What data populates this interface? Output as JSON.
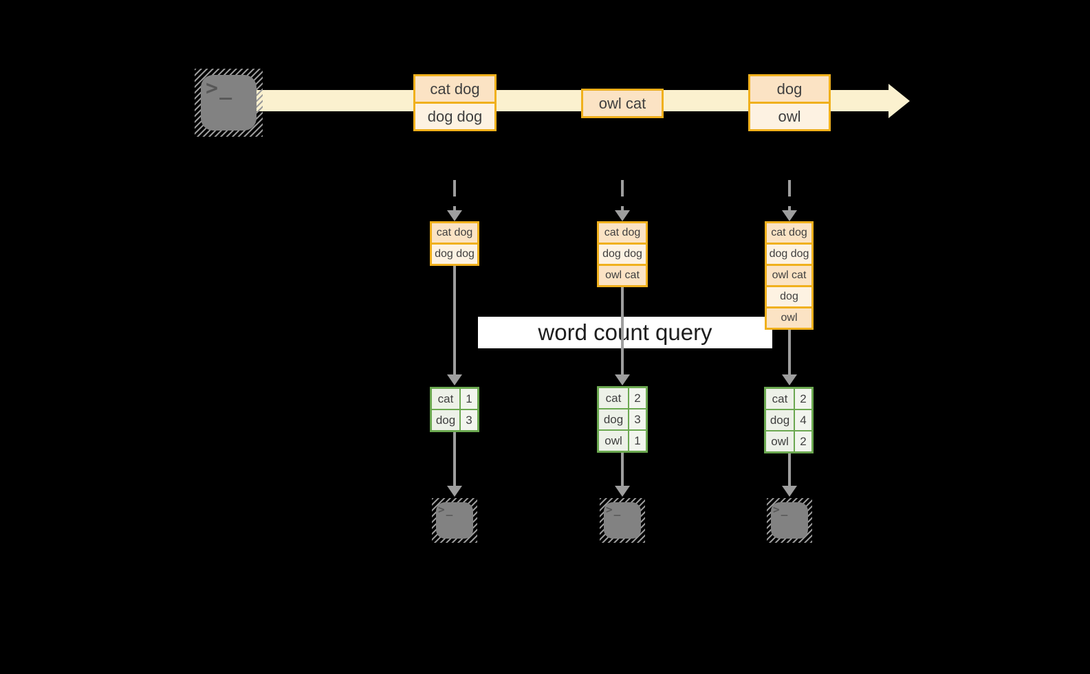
{
  "colors": {
    "background": "#000000",
    "stream_band": "#fbf1cf",
    "event_border": "#f0b01c",
    "cell_peach": "#fbe3c4",
    "cell_cream": "#fdf2e2",
    "table_border": "#6ba850",
    "table_cell": "#edf1e8",
    "table_cell_num": "#f2f5ee",
    "arrow_gray": "#9e9e9e",
    "hatch_gray": "#9a9a9a",
    "terminal_gray": "#828282",
    "prompt_gray": "#575757",
    "query_box_bg": "#ffffff",
    "query_text": "#1e1e1e",
    "text_dark": "#3f3f3f"
  },
  "prompt": {
    "chevron": ">",
    "underscore": "_"
  },
  "stream_events": [
    {
      "cells": [
        "cat dog",
        "dog dog"
      ]
    },
    {
      "cells": [
        "owl cat"
      ]
    },
    {
      "cells": [
        "dog",
        "owl"
      ]
    }
  ],
  "query": {
    "label": "word count query"
  },
  "columns": [
    {
      "state": [
        "cat dog",
        "dog dog"
      ],
      "counts": [
        [
          "cat",
          "1"
        ],
        [
          "dog",
          "3"
        ]
      ]
    },
    {
      "state": [
        "cat dog",
        "dog dog",
        "owl cat"
      ],
      "counts": [
        [
          "cat",
          "2"
        ],
        [
          "dog",
          "3"
        ],
        [
          "owl",
          "1"
        ]
      ]
    },
    {
      "state": [
        "cat dog",
        "dog dog",
        "owl cat",
        "dog",
        "owl"
      ],
      "counts": [
        [
          "cat",
          "2"
        ],
        [
          "dog",
          "4"
        ],
        [
          "owl",
          "2"
        ]
      ]
    }
  ]
}
